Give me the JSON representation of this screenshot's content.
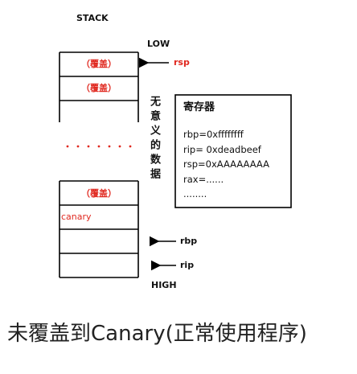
{
  "title": "STACK",
  "low_label": "LOW",
  "high_label": "HIGH",
  "stack": {
    "upper_slots": [
      "（覆盖）",
      "（覆盖）"
    ],
    "lower_slots": [
      "（覆盖）",
      "canary",
      "",
      ""
    ]
  },
  "gap_label": "无意义的数据",
  "pointers": {
    "rsp": "rsp",
    "rbp": "rbp",
    "rip": "rip"
  },
  "registers": {
    "title": "寄存器",
    "lines": [
      "rbp=0xffffffff",
      "rip= 0xdeadbeef",
      "rsp=0xAAAAAAAA",
      "rax=......",
      "........"
    ]
  },
  "caption": "未覆盖到Canary(正常使用程序)",
  "colors": {
    "annotation_red": "#e0281f",
    "line": "#000000"
  }
}
